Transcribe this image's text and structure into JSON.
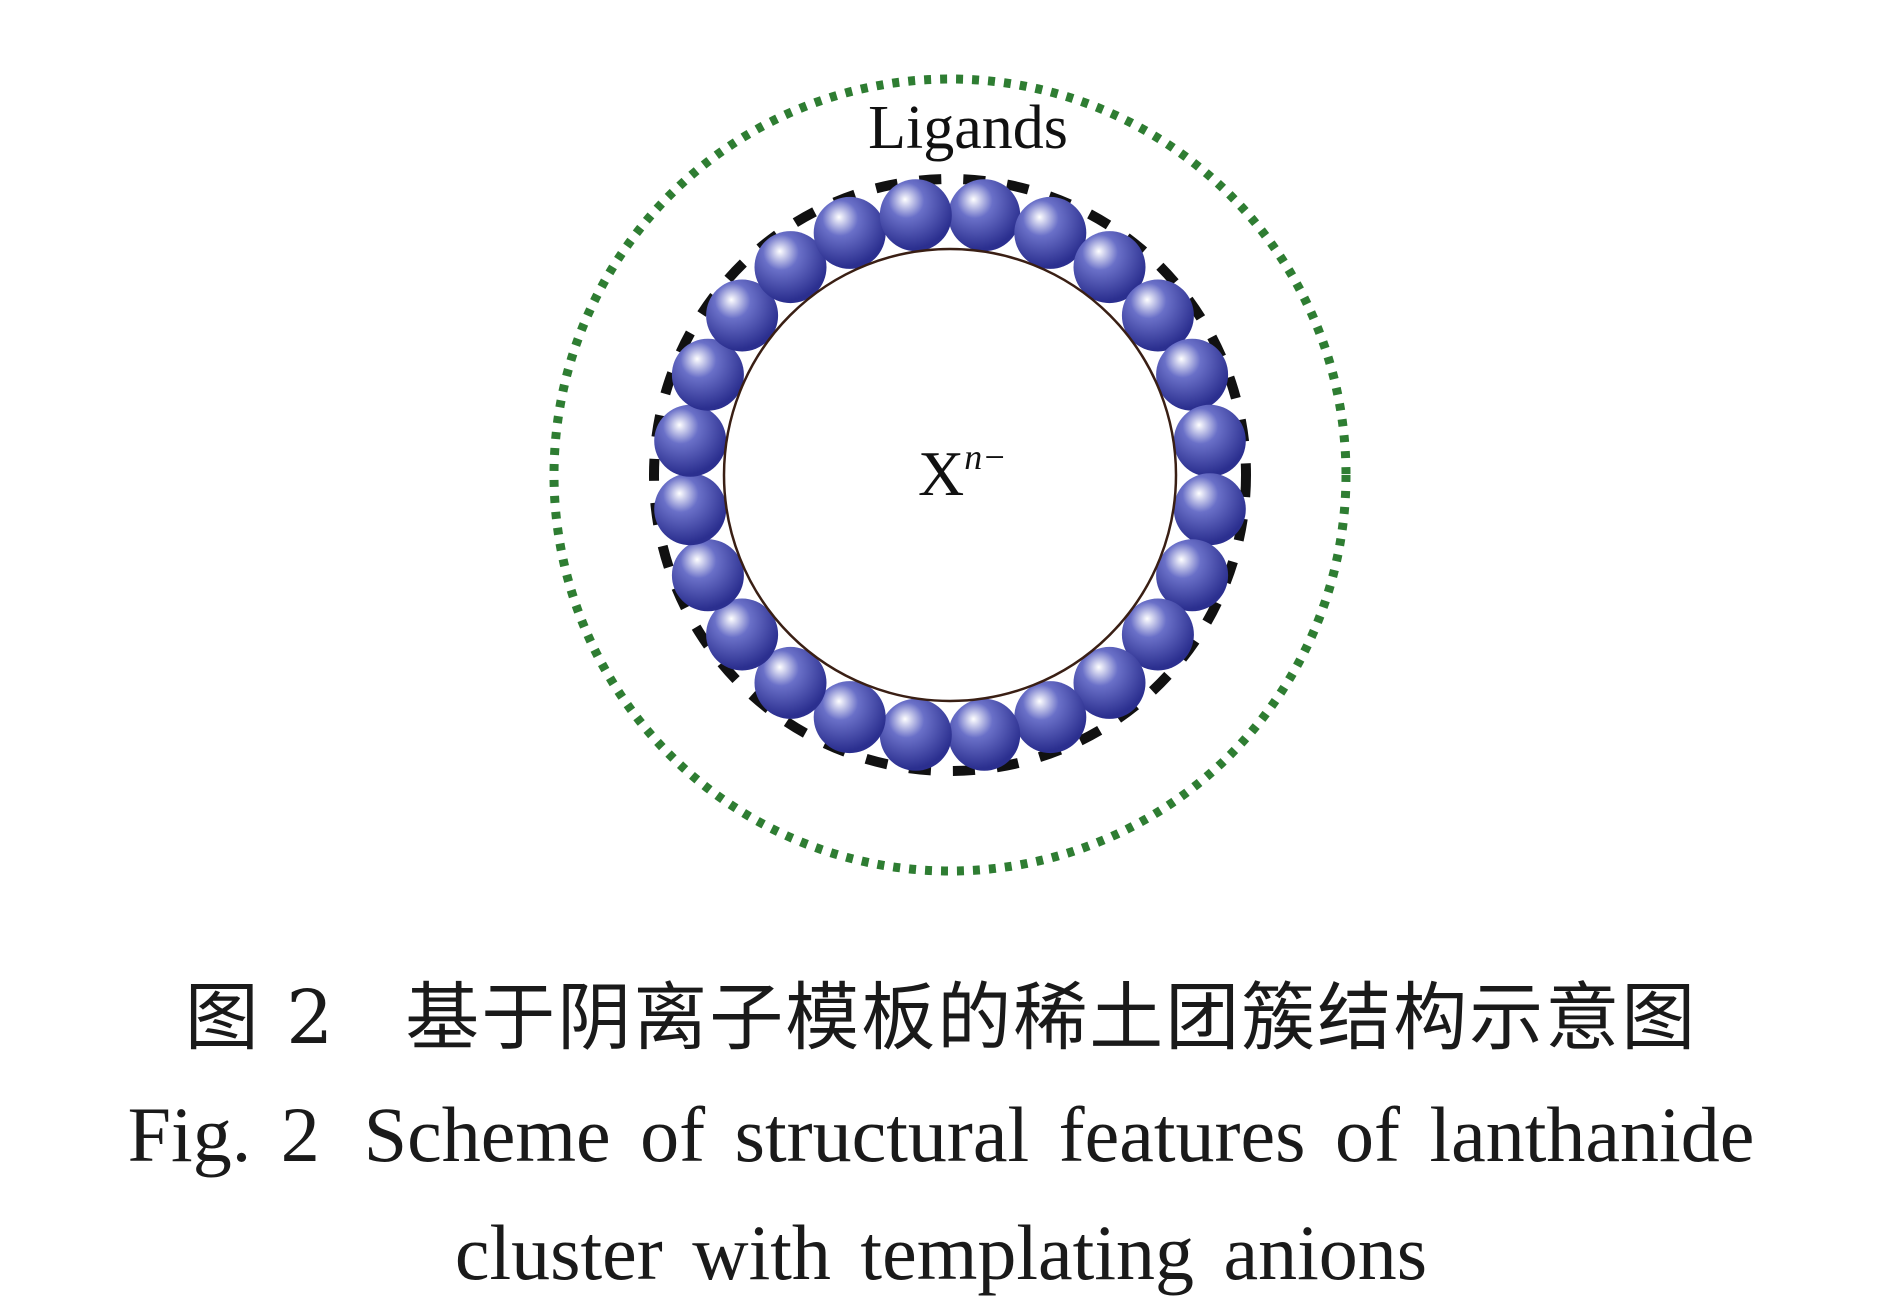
{
  "diagram": {
    "ligands_label": "Ligands",
    "anion_base": "X",
    "anion_charge": "n−",
    "sphere_count": 24,
    "colors": {
      "ligand_ring": "#2e7d32",
      "cluster_ring": "#111111",
      "anion_circle": "#3a1f14",
      "sphere_dark": "#2b2f8f",
      "sphere_mid": "#6a70c8",
      "sphere_light": "#ffffff"
    }
  },
  "caption": {
    "cn_fig": "图 2",
    "cn_title": "基于阴离子模板的稀土团簇结构示意图",
    "en_fig": "Fig. 2",
    "en_line1": "Scheme of structural features of lanthanide",
    "en_line2": "cluster with templating anions"
  }
}
